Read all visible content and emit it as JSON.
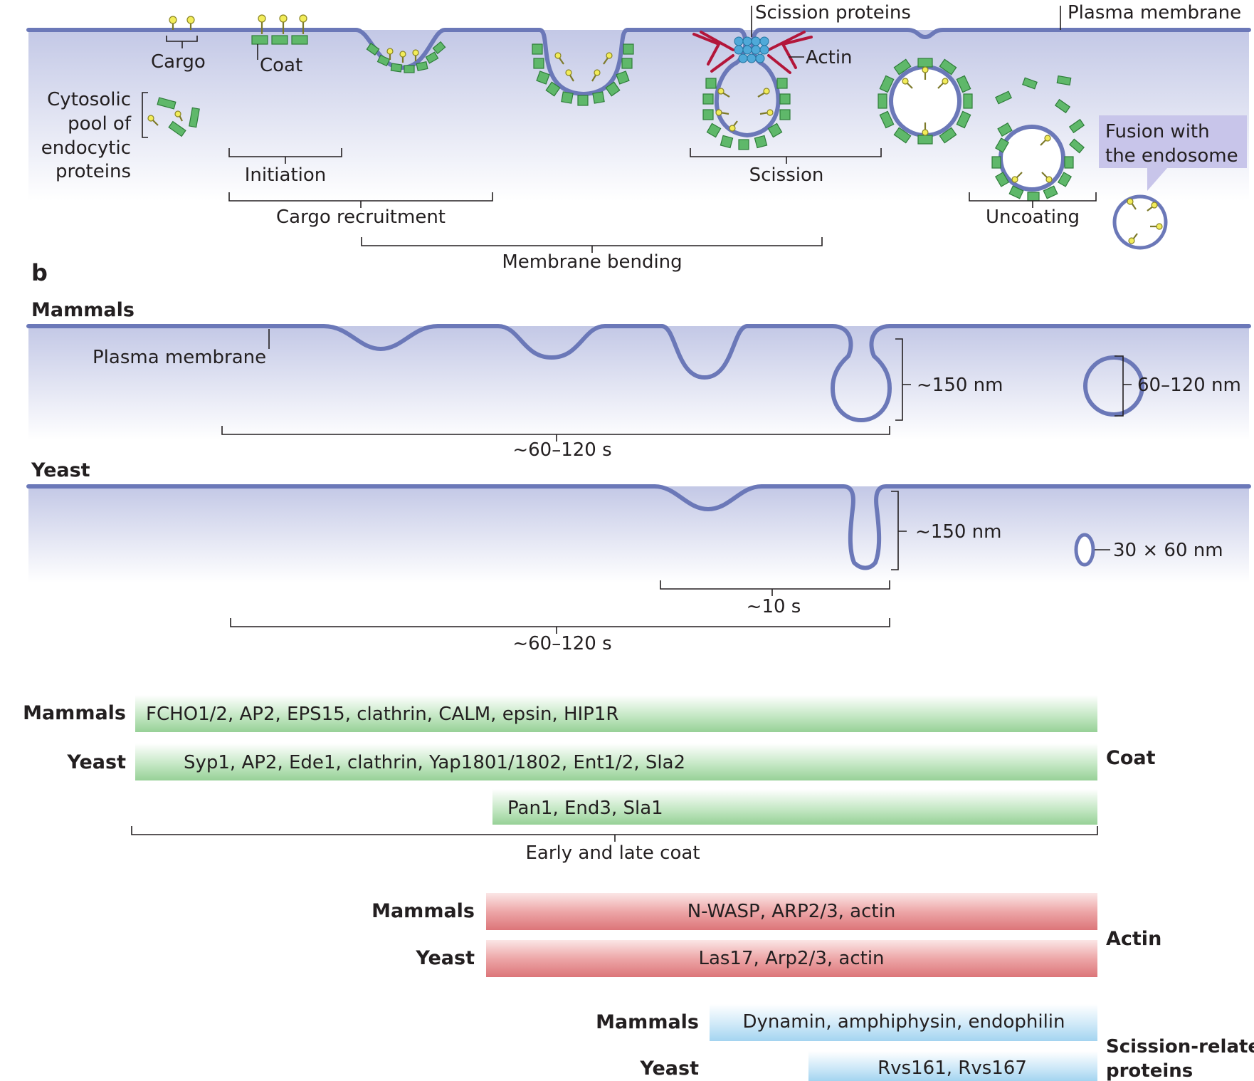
{
  "panel_a": {
    "labels": {
      "cargo": "Cargo",
      "coat": "Coat",
      "scission_proteins": "Scission proteins",
      "plasma_membrane": "Plasma membrane",
      "actin": "Actin",
      "cytosolic_1": "Cytosolic",
      "cytosolic_2": "pool of",
      "cytosolic_3": "endocytic",
      "cytosolic_4": "proteins",
      "fusion_1": "Fusion with",
      "fusion_2": "the endosome"
    },
    "stages": {
      "initiation": "Initiation",
      "cargo_recruitment": "Cargo recruitment",
      "membrane_bending": "Membrane bending",
      "scission": "Scission",
      "uncoating": "Uncoating"
    }
  },
  "panel_b": {
    "letter": "b",
    "mammals": {
      "title": "Mammals",
      "plasma_membrane": "Plasma membrane",
      "depth": "~150 nm",
      "vesicle_size": "60–120 nm",
      "time": "~60–120 s"
    },
    "yeast": {
      "title": "Yeast",
      "depth": "~150 nm",
      "vesicle_size": "30 × 60 nm",
      "time_short": "~10 s",
      "time": "~60–120 s"
    }
  },
  "panel_c": {
    "coat": {
      "group_label": "Coat",
      "bracket_label": "Early and late coat",
      "mammals_label": "Mammals",
      "mammals_bar": "FCHO1/2, AP2, EPS15, clathrin, CALM, epsin, HIP1R",
      "yeast_label": "Yeast",
      "yeast_bar": "Syp1, AP2, Ede1, clathrin, Yap1801/1802, Ent1/2, Sla2",
      "late_bar": "Pan1, End3, Sla1"
    },
    "actin": {
      "group_label": "Actin",
      "mammals_label": "Mammals",
      "mammals_bar": "N-WASP, ARP2/3, actin",
      "yeast_label": "Yeast",
      "yeast_bar": "Las17, Arp2/3, actin"
    },
    "scission": {
      "group_label_1": "Scission-related",
      "group_label_2": "proteins",
      "mammals_label": "Mammals",
      "mammals_bar": "Dynamin, amphiphysin, endophilin",
      "yeast_label": "Yeast",
      "yeast_bar": "Rvs161, Rvs167"
    }
  },
  "colors": {
    "membrane": "#6b78b8",
    "cytosol_top": "#c3c8e6",
    "coat": "#5fb86a",
    "cargo": "#f2ec5a",
    "actin": "#b3163a",
    "scission": "#4fa9d9",
    "fusion_callout": "#c8c5ea",
    "bar_green": "#9fd79f",
    "bar_red": "#de7a7e",
    "bar_blue": "#a9d7f0"
  }
}
